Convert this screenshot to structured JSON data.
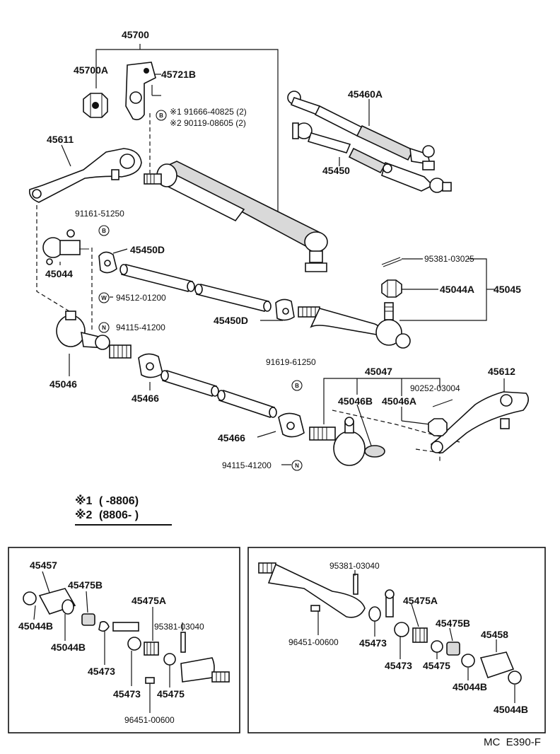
{
  "footer_code": "MC  E390-F",
  "legend": [
    {
      "mark": "※1",
      "range": "(       -8806)"
    },
    {
      "mark": "※2",
      "range": "(8806-       )"
    }
  ],
  "labels": {
    "p45700": "45700",
    "p45700A": "45700A",
    "p45721B": "45721B",
    "p91666_note": "※1 91666-40825 (2)",
    "p90119_note": "※2 90119-08605 (2)",
    "p45460A": "45460A",
    "p45450": "45450",
    "p45611": "45611",
    "p91161": "91161-51250",
    "p45044": "45044",
    "p45450D_top": "45450D",
    "p94512": "94512-01200",
    "p94115_top": "94115-41200",
    "p45450D_mid": "45450D",
    "p95381_03025": "95381-03025",
    "p45044A": "45044A",
    "p45045": "45045",
    "p45046": "45046",
    "p45466_a": "45466",
    "p91619": "91619-61250",
    "p45047": "45047",
    "p45612": "45612",
    "p90252": "90252-03004",
    "p45046B": "45046B",
    "p45046A": "45046A",
    "p45466_b": "45466",
    "p94115_bot": "94115-41200"
  },
  "symbols": {
    "B": "B",
    "W": "W",
    "N": "N"
  },
  "left_box": {
    "p45457": "45457",
    "p45475B": "45475B",
    "p45475A": "45475A",
    "p45044B_a": "45044B",
    "p45044B_b": "45044B",
    "p95381": "95381-03040",
    "p45473_a": "45473",
    "p45473_b": "45473",
    "p45475": "45475",
    "p96451": "96451-00600"
  },
  "right_box": {
    "p95381": "95381-03040",
    "p45475A": "45475A",
    "p45475B": "45475B",
    "p96451": "96451-00600",
    "p45473_a": "45473",
    "p45458": "45458",
    "p45473_b": "45473",
    "p45475": "45475",
    "p45044B_a": "45044B",
    "p45044B_b": "45044B"
  }
}
